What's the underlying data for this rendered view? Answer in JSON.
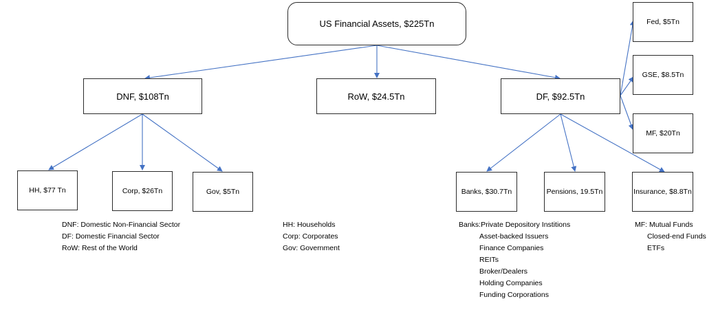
{
  "nodes": {
    "root": "US Financial Assets, $225Tn",
    "dnf": "DNF, $108Tn",
    "row": "RoW, $24.5Tn",
    "df": "DF, $92.5Tn",
    "hh": "HH, $77 Tn",
    "corp": "Corp, $26Tn",
    "gov": "Gov, $5Tn",
    "banks": "Banks, $30.7Tn",
    "pensions": "Pensions, 19.5Tn",
    "insurance": "Insurance, $8.8Tn",
    "fed": "Fed, $5Tn",
    "gse": "GSE, $8.5Tn",
    "mf": "MF, $20Tn"
  },
  "legend_sector": [
    "DNF: Domestic Non-Financial Sector",
    "DF: Domestic Financial Sector",
    "RoW: Rest of the World"
  ],
  "legend_dnf": [
    "HH: Households",
    "Corp: Corporates",
    "Gov: Government"
  ],
  "legend_banks": {
    "head": "Banks:Private Depository Institions",
    "items": [
      "Asset-backed Issuers",
      "Finance Companies",
      "REITs",
      "Broker/Dealers",
      "Holding Companies",
      "Funding Corporations"
    ]
  },
  "legend_mf": {
    "head": "MF: Mutual Funds",
    "items": [
      "Closed-end Funds",
      "ETFs"
    ]
  },
  "colors": {
    "edge": "#4472c4",
    "border": "#2b2b2b"
  }
}
